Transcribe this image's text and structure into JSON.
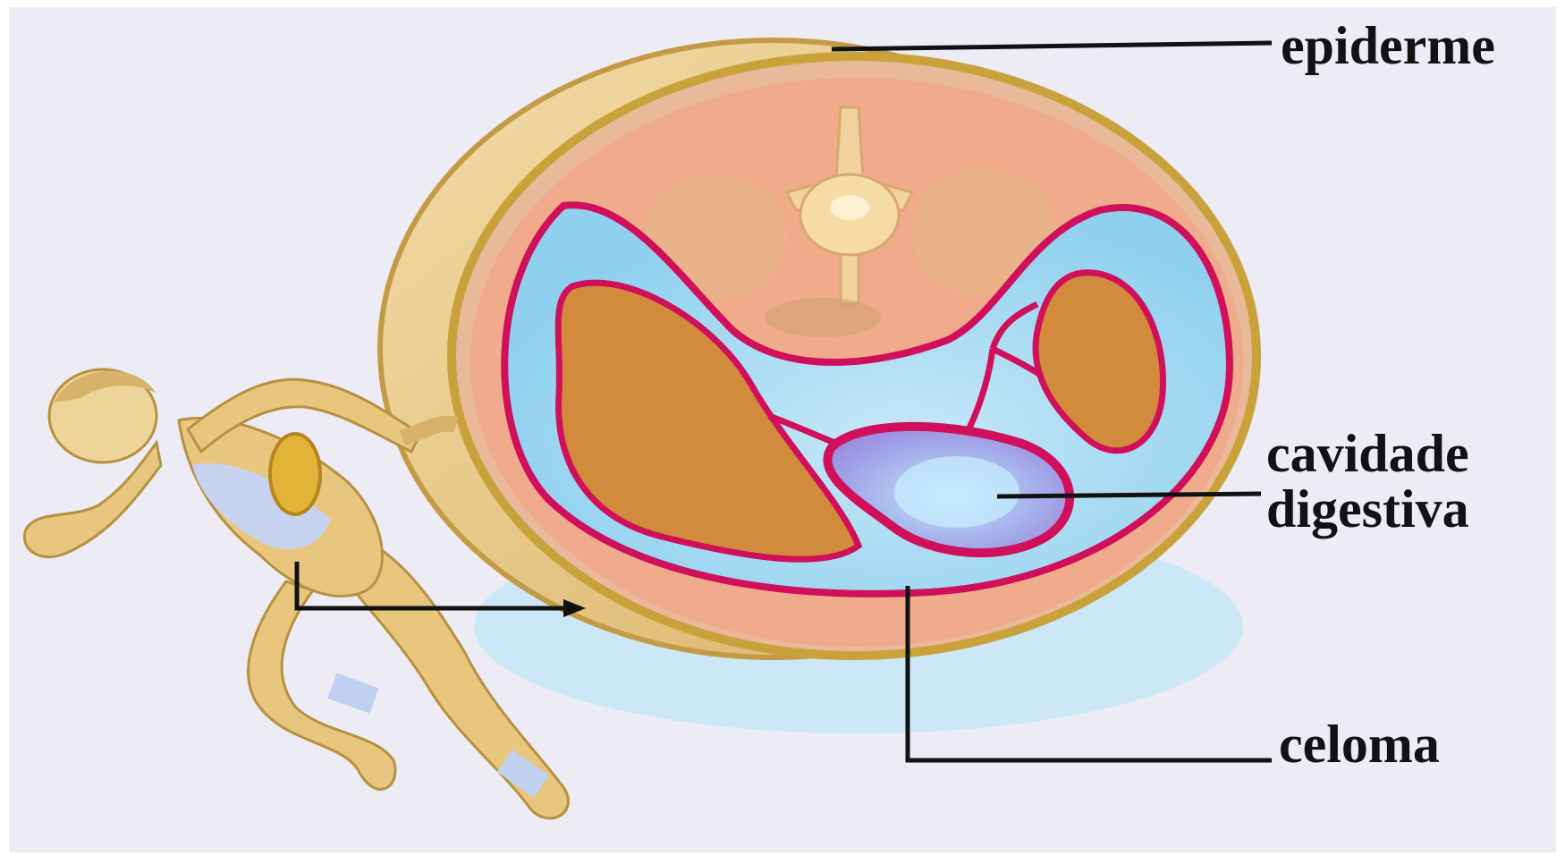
{
  "labels": {
    "epiderme": "epiderme",
    "cavidade_line1": "cavidade",
    "cavidade_line2": "digestiva",
    "celoma": "celoma"
  },
  "colors": {
    "background": "#edebf4",
    "skin": "#e8c67e",
    "muscle": "#efab8c",
    "organ": "#d28a3c",
    "coelom": "#8fd0ef",
    "membrane": "#d0105a",
    "leader_line": "#111111"
  }
}
